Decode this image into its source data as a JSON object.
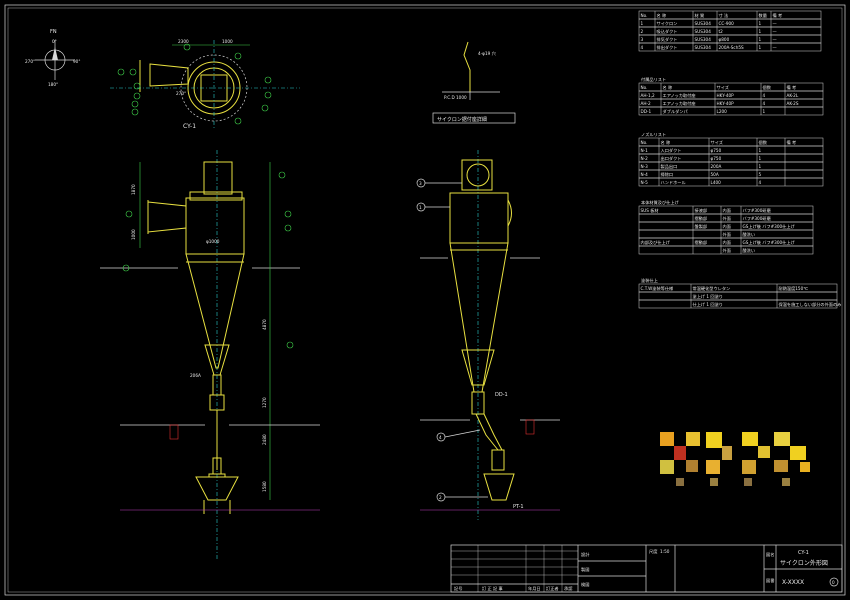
{
  "compass": {
    "fn": "FN",
    "deg0": "0°",
    "deg90": "90°",
    "deg180": "180°",
    "deg270": "270°"
  },
  "top_view": {
    "label": "CY-1",
    "dim_left": "2300",
    "dim_mid": "1000",
    "angle": "270°"
  },
  "side_view": {
    "dims_left": [
      "1870",
      "1000"
    ],
    "dims_right": [
      "4870",
      "1270",
      "2480",
      "1580"
    ],
    "dia": "φ1000",
    "label_206a": "206A"
  },
  "detail": {
    "title": "サイクロン据付座詳細",
    "pcd": "P.C.D 1000",
    "note": "4-φ19 穴"
  },
  "front_view": {
    "callouts": [
      "1",
      "2",
      "3",
      "4"
    ],
    "dd1": "DD-1",
    "pt1": "PT-1"
  },
  "parts_table": {
    "headers": [
      "No.",
      "名 称",
      "材 質",
      "寸 法",
      "数量",
      "備 考"
    ],
    "rows": [
      [
        "1",
        "サイクロン",
        "SUS304",
        "CC-900",
        "1",
        "—"
      ],
      [
        "2",
        "吸込ダクト",
        "SUS304",
        "t2",
        "1",
        "—"
      ],
      [
        "3",
        "排気ダクト",
        "SUS304",
        "φ800",
        "1",
        "—"
      ],
      [
        "4",
        "排出ダクト",
        "SUS304",
        "200A-Sch5S",
        "1",
        "—"
      ]
    ]
  },
  "accessory_table": {
    "title": "付属品リスト",
    "headers": [
      "No.",
      "名 称",
      "サイズ",
      "個数",
      "備 考"
    ],
    "rows": [
      [
        "AH-1,2",
        "エアノッカ取付座",
        "HKY-40P",
        "4",
        "AK-2L"
      ],
      [
        "AH-2",
        "エアノッカ取付座",
        "HKY-40P",
        "4",
        "AK-2S"
      ],
      [
        "DD-1",
        "ダブルダンパ",
        "L200",
        "1",
        ""
      ]
    ]
  },
  "nozzle_table": {
    "title": "ノズルリスト",
    "headers": [
      "No.",
      "名 称",
      "サイズ",
      "個数",
      "備 考"
    ],
    "rows": [
      [
        "N-1",
        "入口ダクト",
        "φ750",
        "1",
        ""
      ],
      [
        "N-2",
        "出口ダクト",
        "φ750",
        "1",
        ""
      ],
      [
        "N-3",
        "製品出口",
        "200A",
        "1",
        ""
      ],
      [
        "N-4",
        "掃除口",
        "50A",
        "5",
        ""
      ],
      [
        "N-5",
        "ハンドホール",
        "L400",
        "4",
        ""
      ]
    ]
  },
  "finish_table": {
    "title": "本体材質及び仕上げ",
    "rows": [
      [
        "SUS 板材",
        "接液部",
        "内面",
        "バフ#300研磨"
      ],
      [
        "",
        "摺動部",
        "外面",
        "バフ#300研磨"
      ],
      [
        "",
        "盤製部",
        "内面",
        "GS上げ後 バフ#300仕上げ"
      ],
      [
        "",
        "",
        "外面",
        "酸洗い"
      ],
      [
        "内部及び仕上げ",
        "摺動部",
        "内面",
        "GS上げ後 バフ#300仕上げ"
      ],
      [
        "",
        "",
        "外面",
        "酸洗い"
      ]
    ]
  },
  "paint_table": {
    "title": "塗装仕上",
    "rows": [
      [
        "C.T.W塗装等仕様",
        "常温硬化型ウレタン",
        "耐熱温度150℃"
      ],
      [
        "",
        "塗上げ 1 回塗り",
        ""
      ],
      [
        "",
        "仕上げ 1 回塗り",
        "保温を施工しない部分の外面のみ"
      ]
    ]
  },
  "title_block": {
    "rev_headers": [
      "記号",
      "訂 正 記 事",
      "年月日",
      "訂正者",
      "承認"
    ],
    "roles": [
      "設計",
      "製図",
      "検図"
    ],
    "scale_label": "尺度",
    "scale": "1:50",
    "drawing_no_label": "図番",
    "drawing_name_label": "図名",
    "drawing_name": "CY-1",
    "drawing_subtitle": "サイクロン外形図",
    "drawing_no": "X-XXXX",
    "sheet": "0"
  },
  "colors": {
    "background": "#000000",
    "outline": "#e8e040",
    "dimension": "#3fd24a",
    "table": "#d8d8d8",
    "centerline": "#2bd0d0",
    "hatch": "#c040c0"
  }
}
